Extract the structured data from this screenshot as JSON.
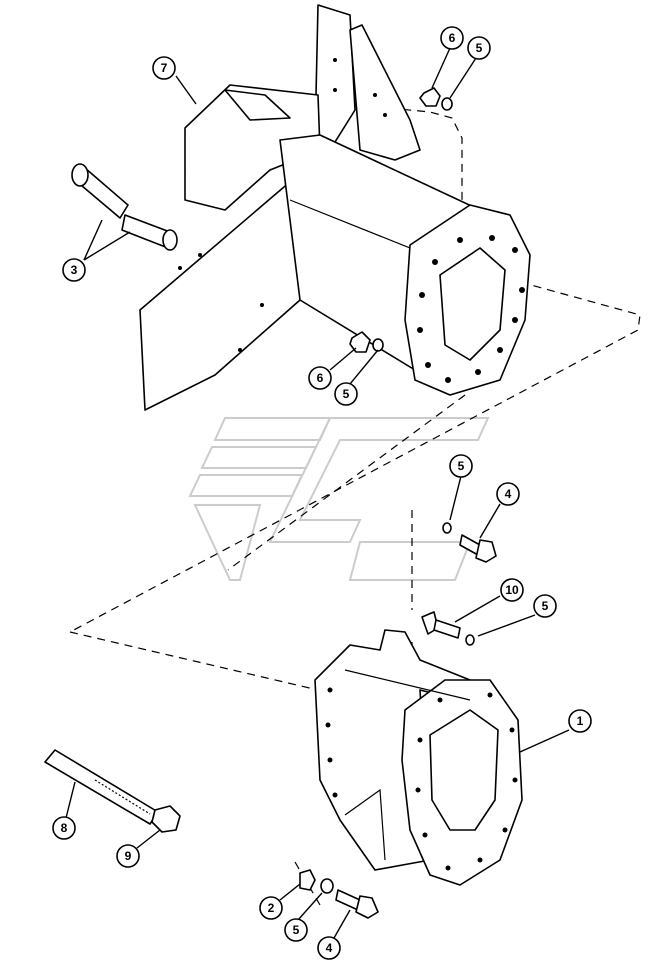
{
  "callouts": [
    {
      "id": "c7",
      "label": "7"
    },
    {
      "id": "c6a",
      "label": "6"
    },
    {
      "id": "c5a",
      "label": "5"
    },
    {
      "id": "c3",
      "label": "3"
    },
    {
      "id": "c6b",
      "label": "6"
    },
    {
      "id": "c5b",
      "label": "5"
    },
    {
      "id": "c5c",
      "label": "5"
    },
    {
      "id": "c4a",
      "label": "4"
    },
    {
      "id": "c10",
      "label": "10"
    },
    {
      "id": "c5d",
      "label": "5"
    },
    {
      "id": "c1",
      "label": "1"
    },
    {
      "id": "c8",
      "label": "8"
    },
    {
      "id": "c9",
      "label": "9"
    },
    {
      "id": "c2",
      "label": "2"
    },
    {
      "id": "c5e",
      "label": "5"
    },
    {
      "id": "c4b",
      "label": "4"
    }
  ]
}
